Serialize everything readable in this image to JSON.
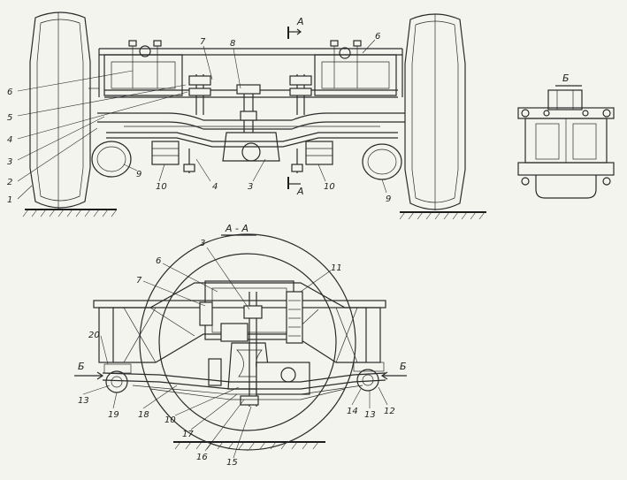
{
  "section_labels": {
    "top_view": "А - А",
    "side_view": "Б",
    "section_marker_a": "А",
    "section_marker_b": "Б"
  },
  "callouts_top": {
    "c1": "1",
    "c2": "2",
    "c3": "3",
    "c4": "4",
    "c5": "5",
    "c6": "6",
    "c7": "7",
    "c8": "8",
    "c9": "9",
    "c10": "10",
    "c3b": "3",
    "c4b": "4",
    "c6b": "6",
    "c9b": "9",
    "c10b": "10"
  },
  "callouts_bottom": {
    "c3": "3",
    "c6": "6",
    "c7": "7",
    "c10": "10",
    "c11": "11",
    "c12": "12",
    "c13": "13",
    "c13b": "13",
    "c14": "14",
    "c15": "15",
    "c16": "16",
    "c17": "17",
    "c18": "18",
    "c19": "19",
    "c20": "20"
  }
}
